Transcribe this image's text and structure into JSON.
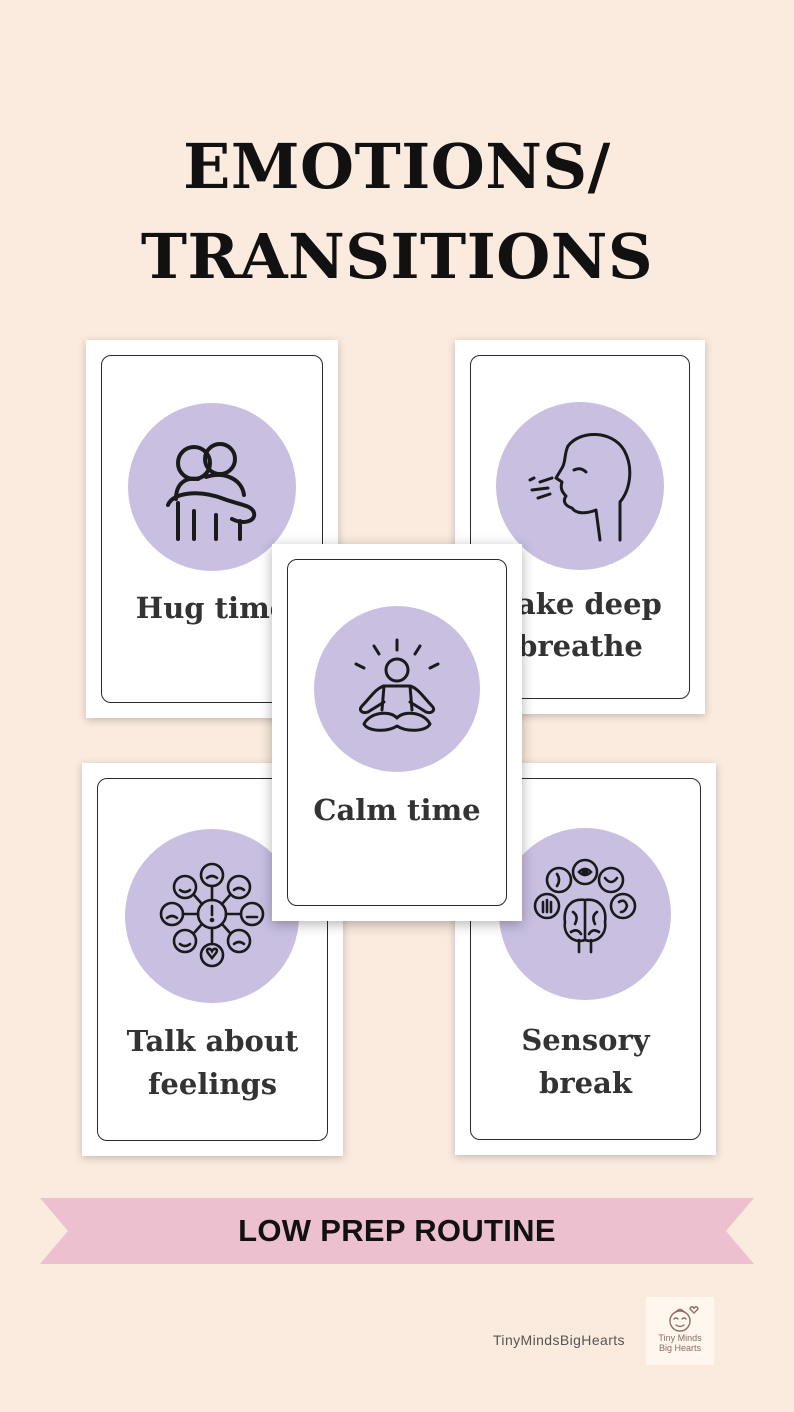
{
  "title": {
    "line1": "EMOTIONS/",
    "line2": "TRANSITIONS"
  },
  "cards": {
    "hug": {
      "label": "Hug time",
      "icon": "hug-icon"
    },
    "breathe": {
      "label_line1": "Take deep",
      "label_line2": "breathe",
      "icon": "breathing-face-icon"
    },
    "calm": {
      "label": "Calm time",
      "icon": "meditation-icon"
    },
    "feelings": {
      "label_line1": "Talk about",
      "label_line2": "feelings",
      "icon": "emotions-network-icon"
    },
    "sensory": {
      "label_line1": "Sensory",
      "label_line2": "break",
      "icon": "senses-brain-icon"
    }
  },
  "ribbon": {
    "text": "LOW PREP ROUTINE"
  },
  "brand": {
    "name": "TinyMindsBigHearts",
    "logo_line1": "Tiny Minds",
    "logo_line2": "Big Hearts"
  },
  "colors": {
    "background": "#faebde",
    "circle": "#c8bfe1",
    "ribbon": "#edc0d0",
    "text": "#333333"
  }
}
